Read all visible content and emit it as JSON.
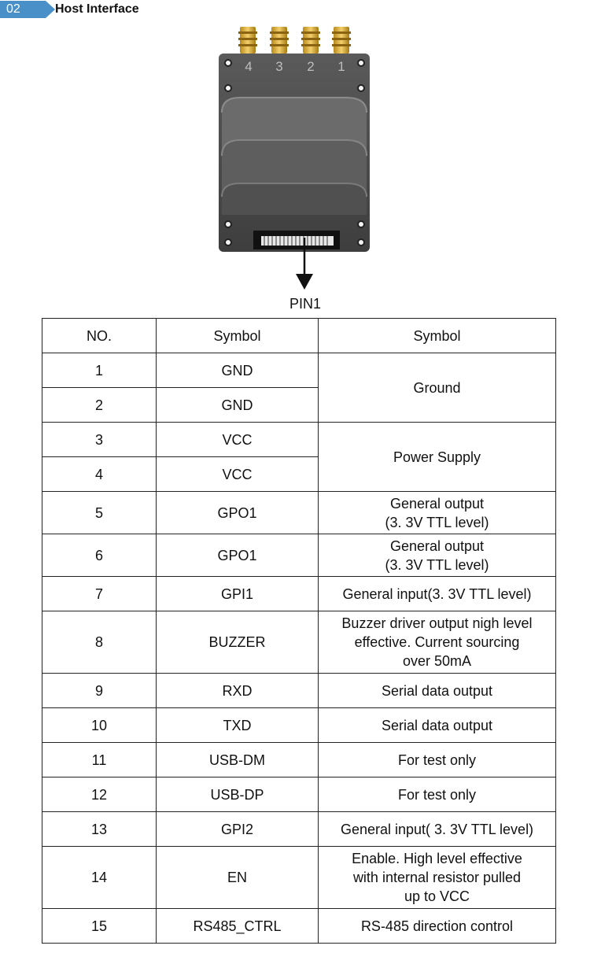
{
  "header": {
    "number": "02",
    "title": "Host Interface"
  },
  "figure": {
    "antenna_labels": [
      "4",
      "3",
      "2",
      "1"
    ],
    "pin_label": "PIN1"
  },
  "table": {
    "headers": [
      "NO.",
      "Symbol",
      "Symbol"
    ],
    "rows": [
      {
        "no": "1",
        "symbol": "GND"
      },
      {
        "no": "2",
        "symbol": "GND"
      },
      {
        "no": "3",
        "symbol": "VCC"
      },
      {
        "no": "4",
        "symbol": "VCC"
      },
      {
        "no": "5",
        "symbol": "GPO1"
      },
      {
        "no": "6",
        "symbol": "GPO1"
      },
      {
        "no": "7",
        "symbol": "GPI1"
      },
      {
        "no": "8",
        "symbol": "BUZZER"
      },
      {
        "no": "9",
        "symbol": "RXD"
      },
      {
        "no": "10",
        "symbol": "TXD"
      },
      {
        "no": "11",
        "symbol": "USB-DM"
      },
      {
        "no": "12",
        "symbol": "USB-DP"
      },
      {
        "no": "13",
        "symbol": "GPI2"
      },
      {
        "no": "14",
        "symbol": "EN"
      },
      {
        "no": "15",
        "symbol": "RS485_CTRL"
      }
    ],
    "descriptions": [
      "Ground",
      "Power Supply",
      "General output\n(3. 3V TTL level)",
      "General output\n(3. 3V TTL level)",
      "General input(3. 3V TTL level)",
      "Buzzer driver output  nigh level\neffective. Current sourcing\nover 50mA",
      "Serial data output",
      "Serial data output",
      "For test only",
      "For test only",
      "General input( 3. 3V TTL level)",
      "Enable. High level  effective\nwith internal  resistor pulled\nup to VCC",
      "RS-485 direction control"
    ]
  }
}
